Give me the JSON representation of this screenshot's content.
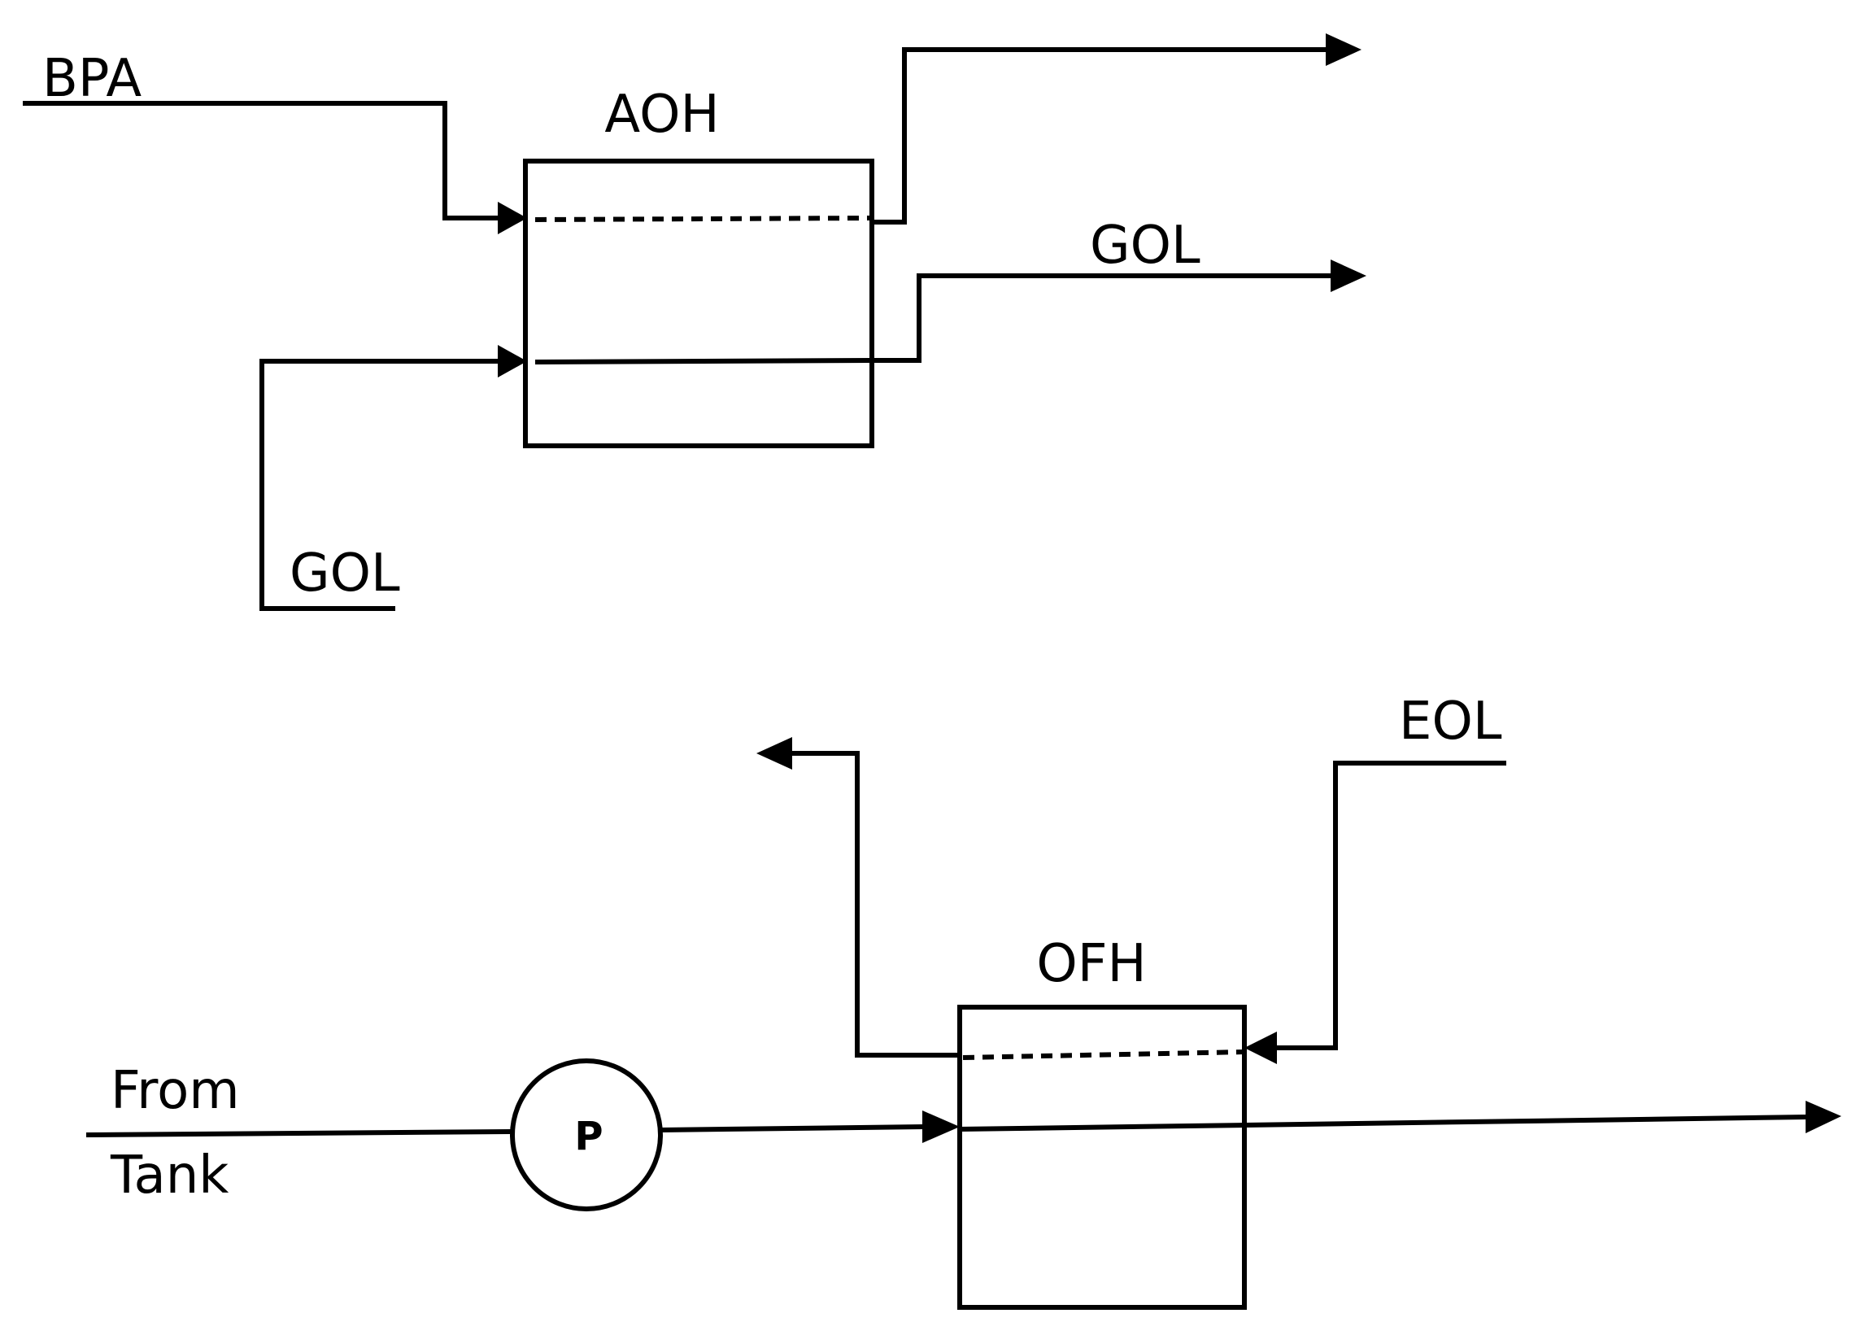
{
  "diagram": {
    "top_unit": {
      "name": "AOH",
      "inlet_upper": "BPA",
      "inlet_lower": "GOL",
      "outlet_lower": "GOL"
    },
    "bottom_unit": {
      "name": "OFH",
      "inlet_upper": "EOL",
      "feed_line_1": "From",
      "feed_line_2": "Tank",
      "pump": "P"
    }
  }
}
